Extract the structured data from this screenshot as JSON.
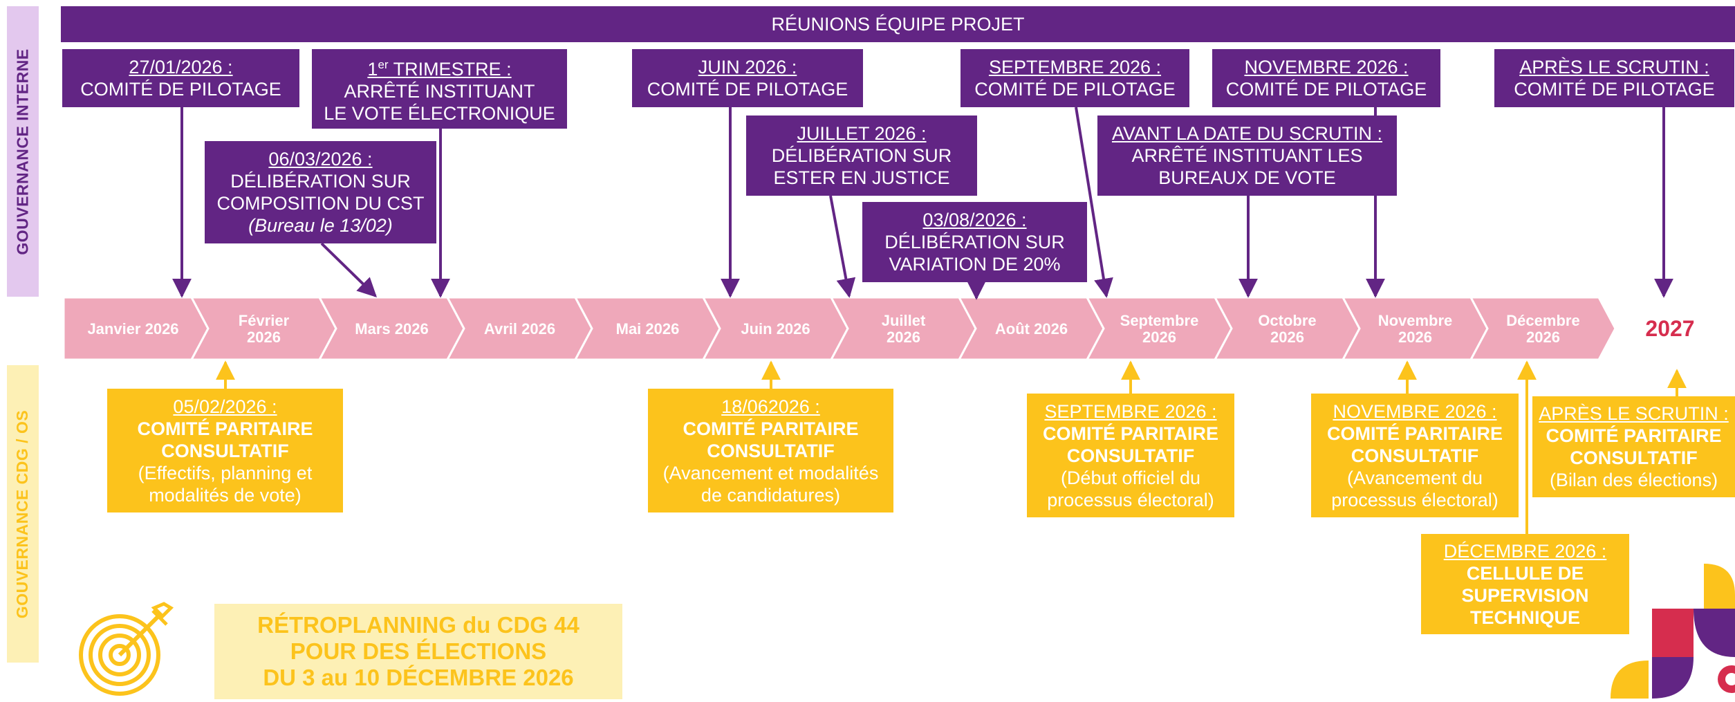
{
  "side_labels": {
    "internal": "GOUVERNANCE INTERNE",
    "cdg": "GOUVERNANCE CDG / OS"
  },
  "banner": "RÉUNIONS ÉQUIPE PROJET",
  "months": [
    [
      "Janvier 2026"
    ],
    [
      "Février",
      "2026"
    ],
    [
      "Mars 2026"
    ],
    [
      "Avril 2026"
    ],
    [
      "Mai 2026"
    ],
    [
      "Juin 2026"
    ],
    [
      "Juillet",
      "2026"
    ],
    [
      "Août 2026"
    ],
    [
      "Septembre",
      "2026"
    ],
    [
      "Octobre",
      "2026"
    ],
    [
      "Novembre",
      "2026"
    ],
    [
      "Décembre",
      "2026"
    ]
  ],
  "year_end": "2027",
  "internal_events": {
    "jan": {
      "date": "27/01/2026 :",
      "lines": [
        "COMITÉ DE PILOTAGE"
      ]
    },
    "trimestre": {
      "date_sup": "er",
      "date_num": "1",
      "date_rest": " TRIMESTRE :",
      "lines": [
        "ARRÊTÉ INSTITUANT",
        "LE VOTE ÉLECTRONIQUE"
      ]
    },
    "mar": {
      "date": "06/03/2026 :",
      "lines": [
        "DÉLIBÉRATION SUR",
        "COMPOSITION DU CST"
      ],
      "note": "(Bureau le 13/02)"
    },
    "jun": {
      "date": "JUIN 2026 :",
      "lines": [
        "COMITÉ DE PILOTAGE"
      ]
    },
    "jul": {
      "date": "JUILLET 2026 :",
      "lines": [
        "DÉLIBÉRATION SUR",
        "ESTER EN JUSTICE"
      ]
    },
    "aug": {
      "date": "03/08/2026 :",
      "lines": [
        "DÉLIBÉRATION SUR",
        "VARIATION DE 20%"
      ]
    },
    "sep": {
      "date": "SEPTEMBRE 2026 :",
      "lines": [
        "COMITÉ DE PILOTAGE"
      ]
    },
    "nov": {
      "date": "NOVEMBRE 2026 :",
      "lines": [
        "COMITÉ DE PILOTAGE"
      ]
    },
    "avant": {
      "date": "AVANT LA DATE DU SCRUTIN :",
      "lines": [
        "ARRÊTÉ INSTITUANT LES",
        "BUREAUX DE VOTE"
      ]
    },
    "apres": {
      "date": "APRÈS LE SCRUTIN :",
      "lines": [
        "COMITÉ DE PILOTAGE"
      ]
    }
  },
  "cdg_events": {
    "feb": {
      "date": "05/02/2026 :",
      "title": [
        "COMITÉ PARITAIRE",
        "CONSULTATIF"
      ],
      "detail": [
        "(Effectifs, planning et",
        "modalités de vote)"
      ]
    },
    "jun": {
      "date": "18/062026 :",
      "title": [
        "COMITÉ PARITAIRE",
        "CONSULTATIF"
      ],
      "detail": [
        "(Avancement et modalités",
        "de candidatures)"
      ]
    },
    "sep": {
      "date": "SEPTEMBRE 2026 :",
      "title": [
        "COMITÉ PARITAIRE",
        "CONSULTATIF"
      ],
      "detail": [
        "(Début officiel du",
        "processus électoral)"
      ]
    },
    "nov": {
      "date": "NOVEMBRE 2026 :",
      "title": [
        "COMITÉ PARITAIRE",
        "CONSULTATIF"
      ],
      "detail": [
        "(Avancement du",
        "processus électoral)"
      ]
    },
    "apres": {
      "date": "APRÈS LE SCRUTIN :",
      "title": [
        "COMITÉ PARITAIRE",
        "CONSULTATIF"
      ],
      "detail": [
        "(Bilan des élections)"
      ]
    },
    "dec": {
      "date": "DÉCEMBRE 2026 :",
      "title": [
        "CELLULE DE",
        "SUPERVISION",
        "TECHNIQUE"
      ]
    }
  },
  "title_block": [
    "RÉTROPLANNING du CDG 44",
    "POUR DES ÉLECTIONS",
    "DU 3 au 10 DÉCEMBRE 2026"
  ],
  "icons": {
    "target": "target-arrow-icon",
    "logo": "cdg-logo-shapes"
  },
  "colors": {
    "purple": "#622584",
    "yellow": "#fcc31c",
    "pink": "#efa8ba",
    "red": "#d62d4e",
    "lavender": "#e3c8ee",
    "cream": "#fdf0b5"
  }
}
